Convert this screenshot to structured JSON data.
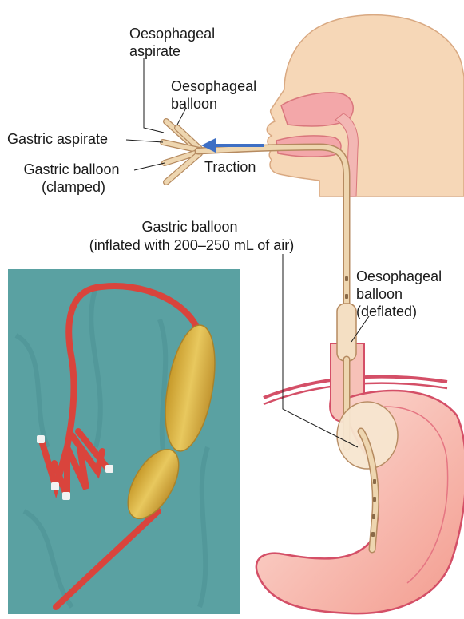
{
  "labels": {
    "oesophageal_aspirate": [
      "Oesophageal",
      "aspirate"
    ],
    "oesophageal_balloon": [
      "Oesophageal",
      "balloon"
    ],
    "gastric_aspirate": "Gastric aspirate",
    "gastric_balloon_clamped": [
      "Gastric balloon",
      "(clamped)"
    ],
    "traction": "Traction",
    "gastric_balloon_inflated": [
      "Gastric balloon",
      "(inflated with 200–250 mL of air)"
    ],
    "oesophageal_balloon_deflated": [
      "Oesophageal",
      "balloon",
      "(deflated)"
    ]
  },
  "colors": {
    "skin": "#f6d7b7",
    "skin_outline": "#d9a982",
    "tube": "#eed6b0",
    "tube_outline": "#b58a60",
    "traction_arrow": "#3e6fc4",
    "stomach": "#f7a99d",
    "stomach_outline": "#d44f67",
    "photo_background": "#5aa1a2",
    "photo_tube": "#d9443c",
    "photo_balloon": "#d6b24a"
  }
}
